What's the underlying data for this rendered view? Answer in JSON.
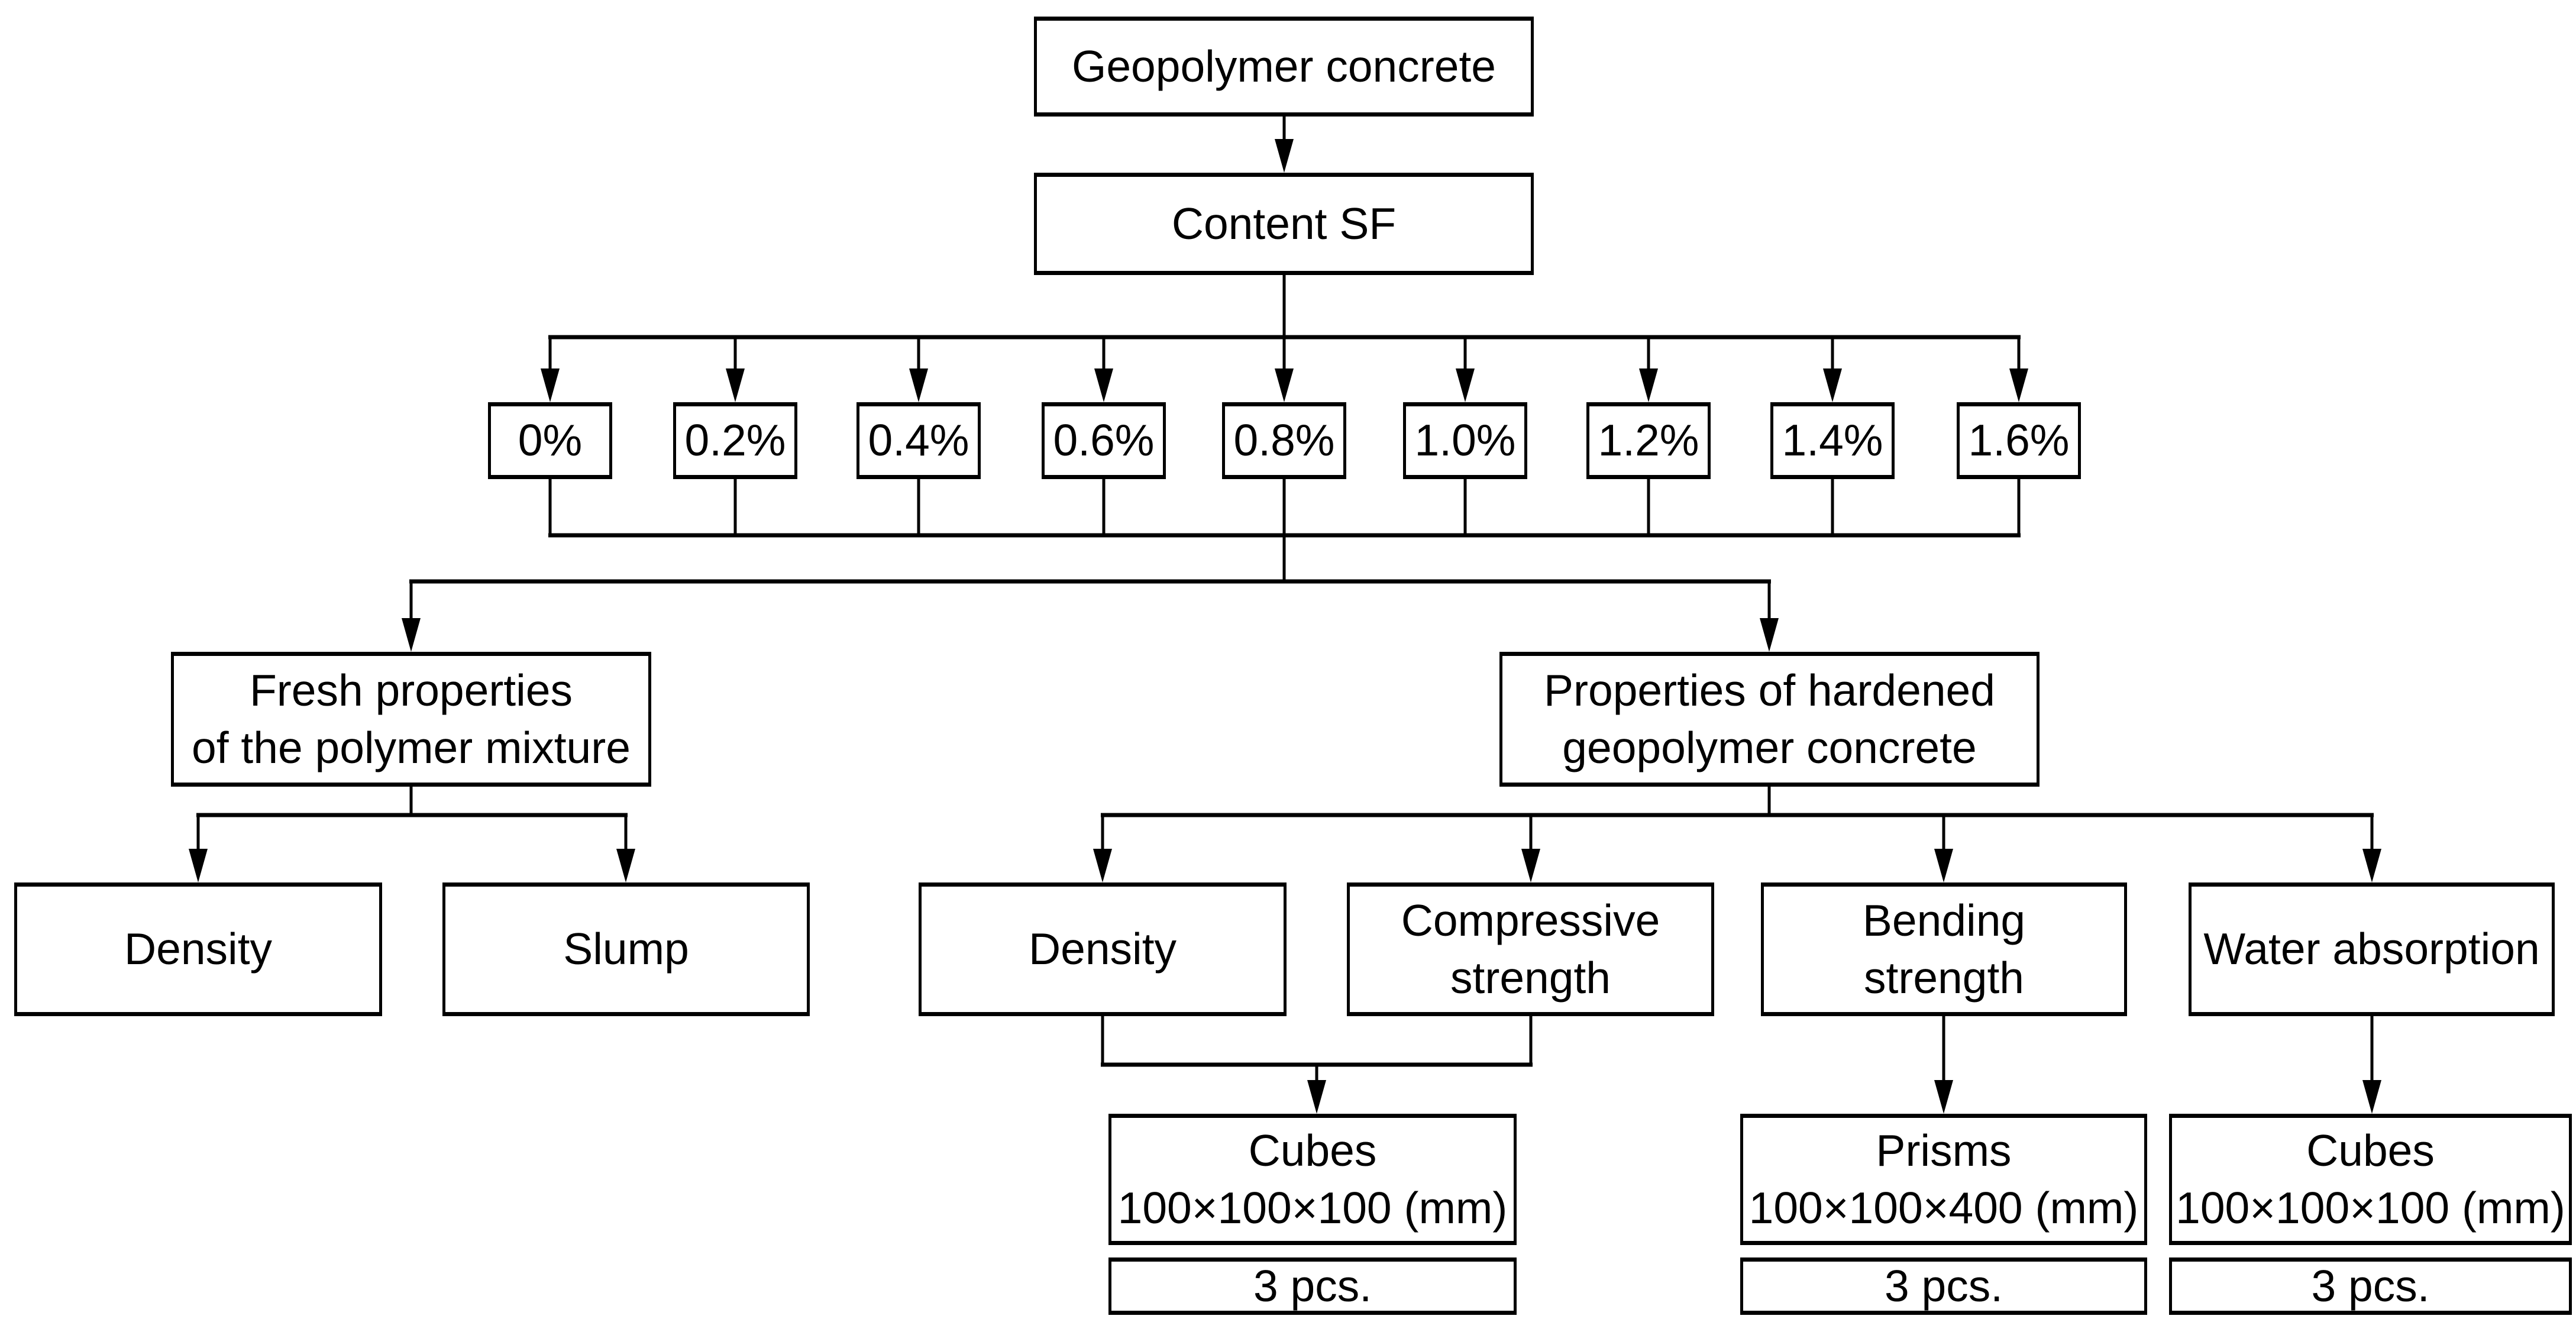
{
  "diagram": {
    "root_label": "Geopolymer concrete",
    "content_label": "Content SF",
    "sf_levels": [
      "0%",
      "0.2%",
      "0.4%",
      "0.6%",
      "0.8%",
      "1.0%",
      "1.2%",
      "1.4%",
      "1.6%"
    ],
    "branches": {
      "fresh": "Fresh properties\nof the polymer mixture",
      "hardened": "Properties of hardened\ngeopolymer concrete"
    },
    "fresh_tests": [
      "Density",
      "Slump"
    ],
    "hardened_tests": [
      "Density",
      "Compressive\nstrength",
      "Bending\nstrength",
      "Water absorption"
    ],
    "specimens": [
      {
        "label": "Cubes\n100×100×100 (mm)",
        "count": "3 pcs."
      },
      {
        "label": "Prisms\n100×100×400 (mm)",
        "count": "3 pcs."
      },
      {
        "label": "Cubes\n100×100×100 (mm)",
        "count": "3 pcs."
      }
    ],
    "colors": {
      "background": "#ffffff",
      "line": "#000000",
      "text": "#000000"
    }
  }
}
